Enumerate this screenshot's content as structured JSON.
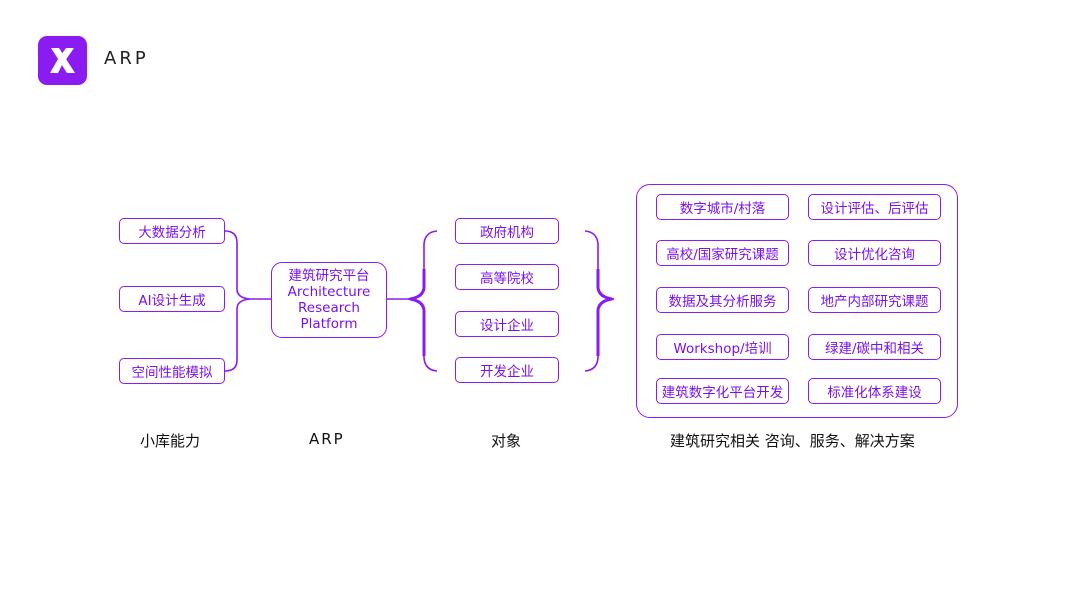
{
  "brand": {
    "name": "ARP",
    "logo_icon": "x-logo-icon",
    "accent": "#8a1cf2"
  },
  "abilities": [
    "大数据分析",
    "AI设计生成",
    "空间性能模拟"
  ],
  "center": {
    "line1": "建筑研究平台",
    "line2": "Architecture",
    "line3": "Research",
    "line4": "Platform"
  },
  "targets": [
    "政府机构",
    "高等院校",
    "设计企业",
    "开发企业"
  ],
  "services_left": [
    "数字城市/村落",
    "高校/国家研究课题",
    "数据及其分析服务",
    "Workshop/培训",
    "建筑数字化平台开发"
  ],
  "services_right": [
    "设计评估、后评估",
    "设计优化咨询",
    "地产内部研究课题",
    "绿建/碳中和相关",
    "标准化体系建设"
  ],
  "captions": {
    "abilities": "小库能力",
    "arp": "ARP",
    "targets": "对象",
    "services": "建筑研究相关 咨询、服务、解决方案"
  }
}
